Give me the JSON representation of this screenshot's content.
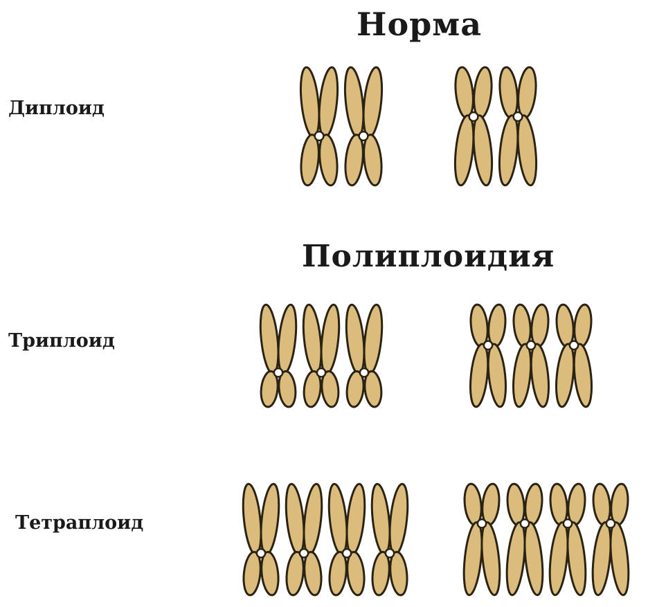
{
  "titles": {
    "normal": "Норма",
    "polyploidy": "Полиплоидия"
  },
  "rows": [
    {
      "label": "Диплоид",
      "copies": 2
    },
    {
      "label": "Триплоид",
      "copies": 3
    },
    {
      "label": "Тетраплоид",
      "copies": 4
    }
  ],
  "colors": {
    "chromatid_fill": "#dcbc7c",
    "chromatid_outline": "#2a2213",
    "centromere_fill": "#ffffff",
    "text": "#1a1a1a"
  },
  "icons": [
    "chromosome-icon"
  ]
}
